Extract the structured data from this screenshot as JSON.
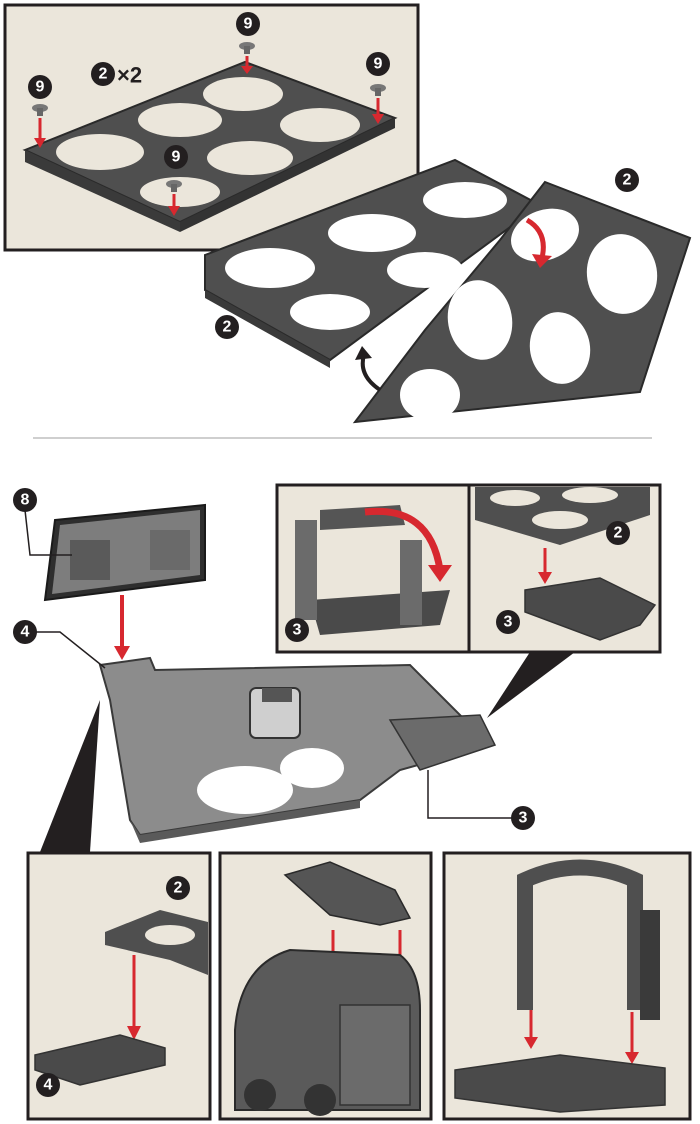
{
  "colors": {
    "panel_bg": "#ebe6db",
    "frame": "#231f20",
    "part_dark": "#4a4a4a",
    "part_mid": "#6b6b6b",
    "part_light": "#8c8c8c",
    "arrow_red": "#d7282f",
    "divider": "#cfcfcf"
  },
  "step1": {
    "inset": {
      "multiplier_badge": "2",
      "multiplier_text": "×2",
      "screw_badges": [
        "9",
        "9",
        "9",
        "9"
      ]
    },
    "badge_right": "2",
    "badge_left": "2"
  },
  "step2": {
    "card_badge": "8",
    "base_badge": "4",
    "gate_badge": "3",
    "inset_gate": {
      "badge": "3"
    },
    "inset_frame": {
      "badge_top": "2",
      "badge_bottom": "3"
    },
    "inset_base": {
      "badge_top": "2",
      "badge_bottom": "4"
    },
    "inset_van": {},
    "inset_arch": {}
  }
}
